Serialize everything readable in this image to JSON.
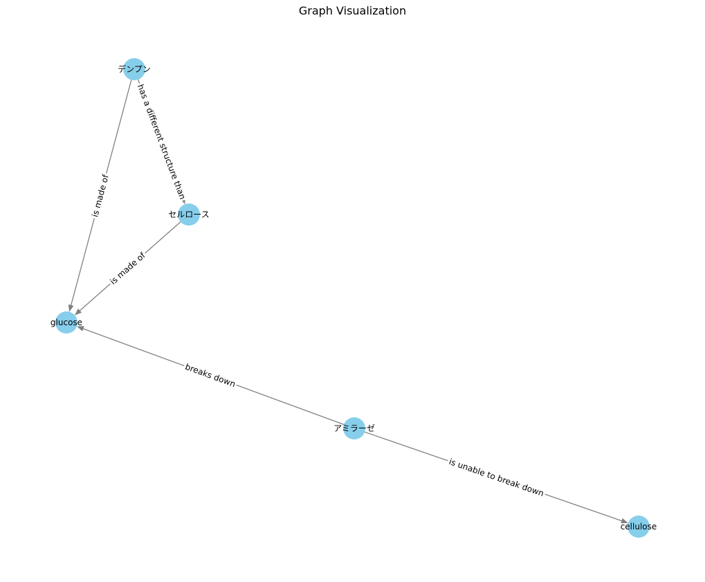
{
  "title": "Graph Visualization",
  "colors": {
    "node_fill": "#87CEEB",
    "edge": "#808080",
    "label_background": "#ffffff",
    "text": "#000000"
  },
  "nodes": [
    {
      "id": "starch",
      "label": "デンプン"
    },
    {
      "id": "cellulose_ja",
      "label": "セルロース"
    },
    {
      "id": "glucose",
      "label": "glucose"
    },
    {
      "id": "amylase",
      "label": "アミラーゼ"
    },
    {
      "id": "cellulose",
      "label": "cellulose"
    }
  ],
  "edges": [
    {
      "source": "starch",
      "target": "glucose",
      "label": "is made of"
    },
    {
      "source": "starch",
      "target": "cellulose_ja",
      "label": "has a different structure than"
    },
    {
      "source": "cellulose_ja",
      "target": "glucose",
      "label": "is made of"
    },
    {
      "source": "amylase",
      "target": "glucose",
      "label": "breaks down"
    },
    {
      "source": "amylase",
      "target": "cellulose",
      "label": "is unable to break down"
    }
  ]
}
